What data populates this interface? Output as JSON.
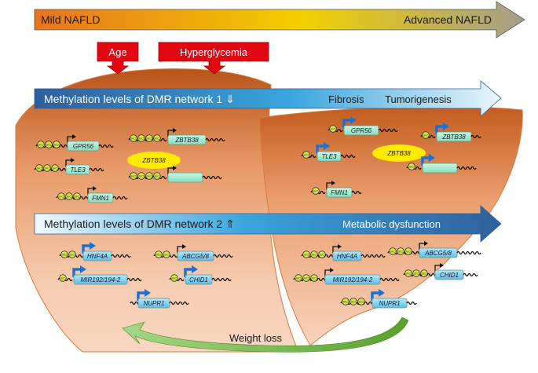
{
  "top_arrow": {
    "left_label": "Mild NAFLD",
    "right_label": "Advanced NAFLD"
  },
  "factors": [
    {
      "label": "Age"
    },
    {
      "label": "Hyperglycemia"
    }
  ],
  "network1": {
    "label": "Methylation levels of DMR network 1 ⇓",
    "tag_fibrosis": "Fibrosis",
    "tag_tumorigenesis": "Tumorigenesis"
  },
  "network2": {
    "label": "Methylation levels of DMR network 2 ⇑",
    "tag_metabolic": "Metabolic dysfunction"
  },
  "methyl_mark": "mC",
  "weight_loss": "Weight loss",
  "colors": {
    "liver_dark": "#c0561a",
    "liver_light": "#f6cfb4",
    "gene_box": "#a8ecd6",
    "gene_box_blue": "#8fd3f5",
    "tss_arrow": "#1f6fd0",
    "factor_red": "#e30613",
    "zbtb_oval": "#ffeb00",
    "methyl_dot": "#d6e84a",
    "weight_arrow": "#5aa02c"
  },
  "left_genes_net1": [
    {
      "name": "GPR56"
    },
    {
      "name": "ZBTB38"
    },
    {
      "name": "TLE3"
    },
    {
      "name": "FMN1"
    }
  ],
  "left_zbtb_oval": "ZBTB38",
  "right_genes_net1": [
    {
      "name": "GPR56"
    },
    {
      "name": "ZBTB38"
    },
    {
      "name": "TLE3"
    },
    {
      "name": "FMN1"
    }
  ],
  "right_zbtb_oval": "ZBTB38",
  "left_genes_net2": [
    {
      "name": "HNF4A"
    },
    {
      "name": "ABCG5/8"
    },
    {
      "name": "MIR192/194-2"
    },
    {
      "name": "CHID1"
    },
    {
      "name": "NUPR1"
    }
  ],
  "right_genes_net2": [
    {
      "name": "HNF4A"
    },
    {
      "name": "ABCG5/8"
    },
    {
      "name": "MIR192/194-2"
    },
    {
      "name": "CHID1"
    },
    {
      "name": "NUPR1"
    }
  ]
}
